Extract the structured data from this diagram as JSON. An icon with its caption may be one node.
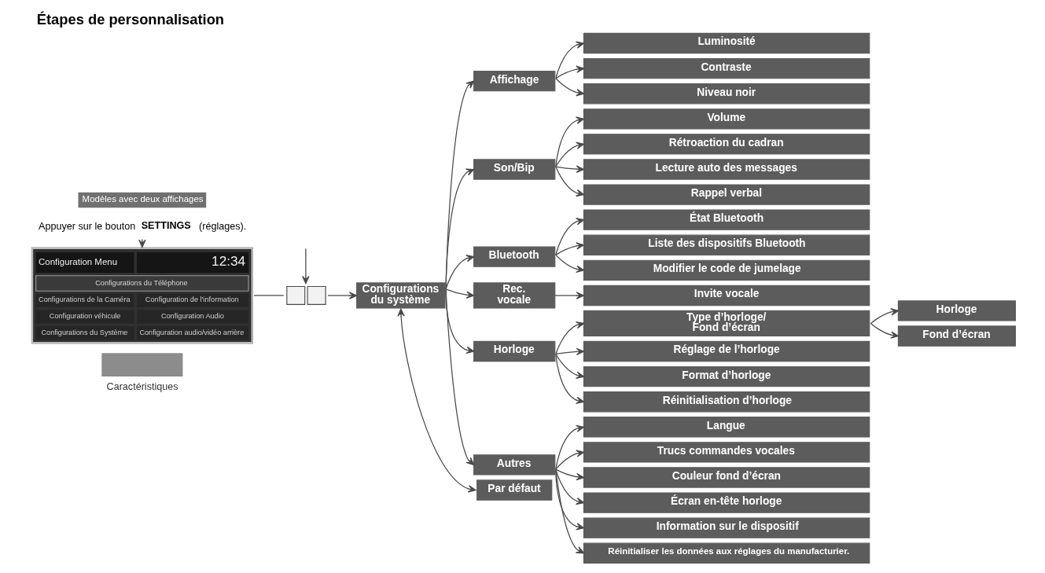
{
  "diagram": {
    "title": "Étapes de personnalisation",
    "nodes": [
      {
        "text": [
          "Appuyer sur le bouton **SETTINGS** (réglages)."
        ]
      },
      {
        "text": [
          "Configuration Menu",
          "12:34",
          "Configurations du Téléphone",
          "Configurations de la Caméra",
          "Configuration de l'information",
          "Configuration véhicule",
          "Configuration Audio",
          "Configurations du Système",
          "Configuration audio/vidéo arrière"
        ]
      },
      {
        "text": [],
        "shape": "picture"
      },
      {
        "text": [
          "Configurations du système"
        ]
      },
      {
        "text": [
          "Par défaut"
        ]
      },
      {
        "text": [
          "Affichage"
        ]
      },
      {
        "text": [
          "Luminosité"
        ]
      },
      {
        "text": [
          "Contraste"
        ]
      },
      {
        "text": [
          "Niveau noir"
        ]
      },
      {
        "text": [
          "Son/Bip"
        ]
      },
      {
        "text": [
          "Volume"
        ]
      },
      {
        "text": [
          "Rétroaction du cadran"
        ]
      },
      {
        "text": [
          "Lecture auto des messages"
        ]
      },
      {
        "text": [
          "Rappel verbal"
        ]
      },
      {
        "text": [
          "Bluetooth"
        ]
      },
      {
        "text": [
          "État Bluetooth"
        ]
      },
      {
        "text": [
          "Liste des dispositifs Bluetooth"
        ]
      },
      {
        "text": [
          "Modifier le code de jumelage"
        ]
      },
      {
        "text": [
          "Rec. vocale"
        ]
      },
      {
        "text": [
          "Invite vocale"
        ]
      },
      {
        "text": [
          "Horloge"
        ]
      },
      {
        "text": [
          "Type d’horloge/ Fond d’écran"
        ]
      },
      {
        "text": [
          "Horloge"
        ]
      },
      {
        "text": [
          "Fond d’écran"
        ]
      },
      {
        "text": [
          "Réglage de l’horloge"
        ]
      },
      {
        "text": [
          "Format d’horloge"
        ]
      },
      {
        "text": [
          "Réinitialisation d’horloge"
        ]
      },
      {
        "text": [
          "Autres"
        ]
      },
      {
        "text": [
          "Langue"
        ]
      },
      {
        "text": [
          "Trucs commandes vocales"
        ]
      },
      {
        "text": [
          "Couleur fond d’écran"
        ]
      },
      {
        "text": [
          "Écran en-tête horloge"
        ]
      },
      {
        "text": [
          "Information sur le dispositif"
        ]
      },
      {
        "text": [
          "Réinitialiser les données aux réglages du manufacturier."
        ]
      }
    ],
    "edges": [
      {
        "from": 0,
        "to": 1,
        "arrow": "to"
      },
      {
        "from": null,
        "to": 2,
        "arrow": "to"
      },
      {
        "from": 1,
        "to": 2,
        "arrow": "none"
      },
      {
        "from": 2,
        "to": 3,
        "arrow": "to"
      },
      {
        "from": 3,
        "to": 5,
        "arrow": "to"
      },
      {
        "from": 5,
        "to": 6,
        "arrow": "to"
      },
      {
        "from": 5,
        "to": 7,
        "arrow": "to"
      },
      {
        "from": 5,
        "to": 8,
        "arrow": "to"
      },
      {
        "from": 3,
        "to": 9,
        "arrow": "to"
      },
      {
        "from": 9,
        "to": 10,
        "arrow": "to"
      },
      {
        "from": 9,
        "to": 11,
        "arrow": "to"
      },
      {
        "from": 9,
        "to": 12,
        "arrow": "to"
      },
      {
        "from": 9,
        "to": 13,
        "arrow": "to"
      },
      {
        "from": 3,
        "to": 14,
        "arrow": "to"
      },
      {
        "from": 14,
        "to": 15,
        "arrow": "to"
      },
      {
        "from": 14,
        "to": 16,
        "arrow": "to"
      },
      {
        "from": 14,
        "to": 17,
        "arrow": "to"
      },
      {
        "from": 3,
        "to": 18,
        "arrow": "to"
      },
      {
        "from": 18,
        "to": 19,
        "arrow": "to"
      },
      {
        "from": 3,
        "to": 20,
        "arrow": "to"
      },
      {
        "from": 20,
        "to": 21,
        "arrow": "to"
      },
      {
        "from": 21,
        "to": 22,
        "arrow": "to"
      },
      {
        "from": 21,
        "to": 23,
        "arrow": "to"
      },
      {
        "from": 20,
        "to": 24,
        "arrow": "to"
      },
      {
        "from": 20,
        "to": 25,
        "arrow": "to"
      },
      {
        "from": 20,
        "to": 26,
        "arrow": "to"
      },
      {
        "from": 3,
        "to": 27,
        "arrow": "to"
      },
      {
        "from": 27,
        "to": 28,
        "arrow": "to"
      },
      {
        "from": 27,
        "to": 29,
        "arrow": "to"
      },
      {
        "from": 27,
        "to": 30,
        "arrow": "to"
      },
      {
        "from": 27,
        "to": 31,
        "arrow": "to"
      },
      {
        "from": 27,
        "to": 32,
        "arrow": "to"
      },
      {
        "from": 27,
        "to": 33,
        "arrow": "to"
      },
      {
        "from": 3,
        "to": 4,
        "arrow": "both"
      }
    ],
    "labels": [
      "Modèles avec deux affichages",
      "Caractéristiques"
    ]
  }
}
